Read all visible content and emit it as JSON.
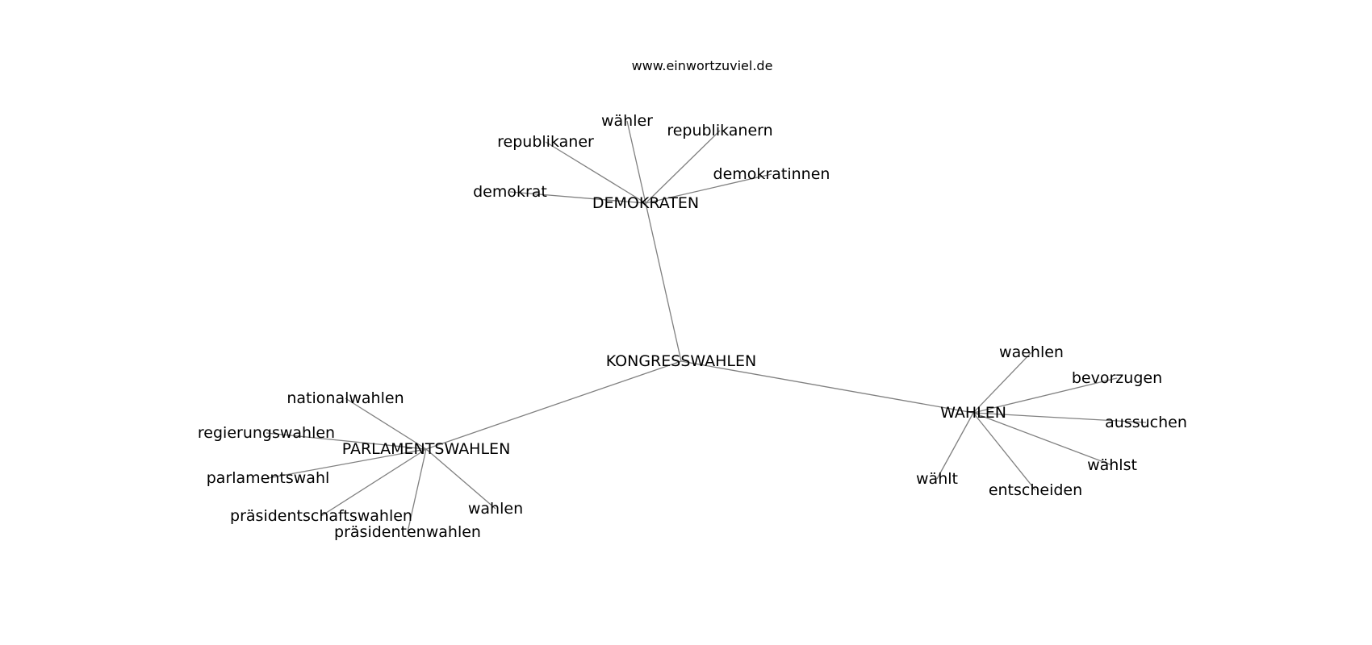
{
  "site": "www.einwortzuviel.de",
  "graph": {
    "root": "KONGRESSWAHLEN",
    "clusters": [
      {
        "hub": "DEMOKRATEN",
        "words": [
          "wähler",
          "republikanern",
          "republikaner",
          "demokratinnen",
          "demokrat"
        ]
      },
      {
        "hub": "PARLAMENTSWAHLEN",
        "words": [
          "nationalwahlen",
          "regierungswahlen",
          "parlamentswahl",
          "präsidentschaftswahlen",
          "präsidentenwahlen",
          "wahlen"
        ]
      },
      {
        "hub": "WAHLEN",
        "words": [
          "waehlen",
          "bevorzugen",
          "aussuchen",
          "wählst",
          "entscheiden",
          "wählt"
        ]
      }
    ]
  }
}
